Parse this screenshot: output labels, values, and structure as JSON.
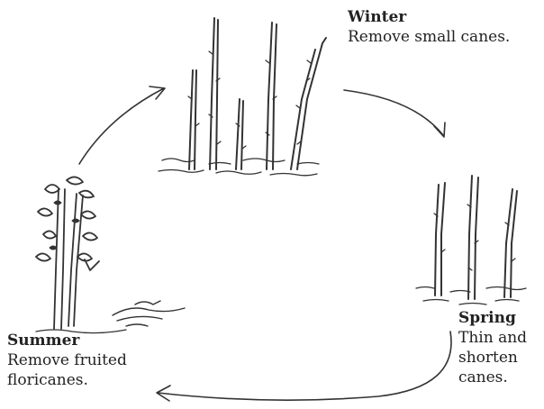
{
  "stages": {
    "winter": {
      "title": "Winter",
      "text": "Remove small canes."
    },
    "spring": {
      "title": "Spring",
      "text": "Thin and shorten canes."
    },
    "summer": {
      "title": "Summer",
      "text": "Remove fruited floricanes."
    }
  },
  "colors": {
    "ink": "#333333",
    "background": "#ffffff"
  },
  "icons": [
    "winter-canes-illustration",
    "spring-canes-illustration",
    "summer-plant-illustration",
    "cycle-arrow-icon"
  ]
}
